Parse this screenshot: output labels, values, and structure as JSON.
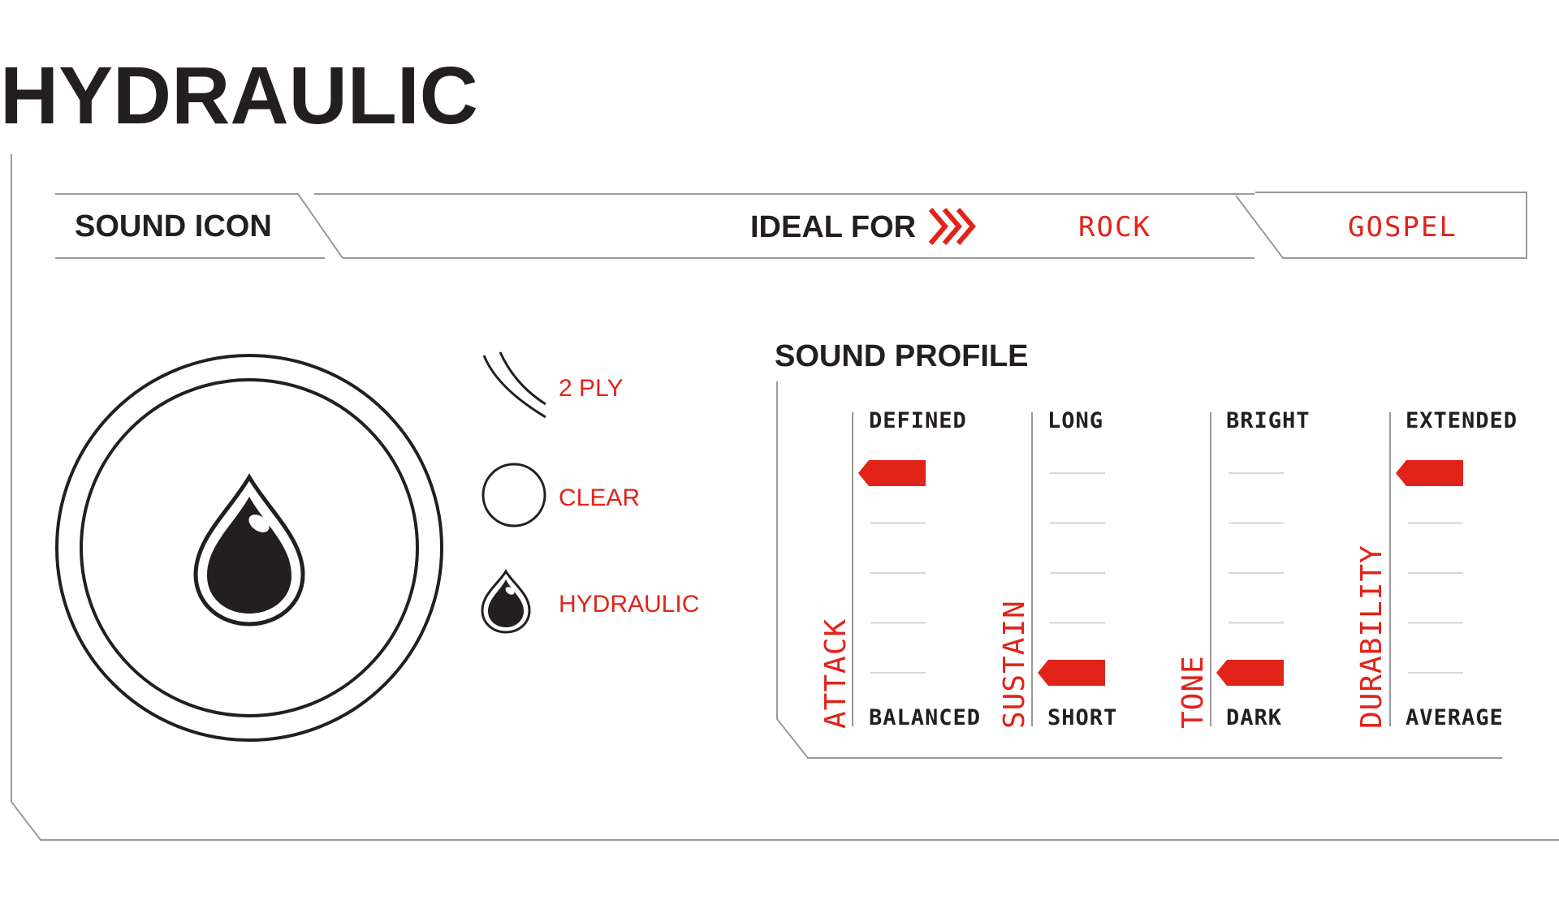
{
  "title": "HYDRAULIC",
  "header": {
    "sound_icon_label": "SOUND ICON",
    "ideal_for_label": "IDEAL FOR",
    "genres": [
      "ROCK",
      "GOSPEL"
    ]
  },
  "materials": [
    {
      "label": "2 PLY",
      "icon": "two-ply-icon"
    },
    {
      "label": "CLEAR",
      "icon": "clear-circle-icon"
    },
    {
      "label": "HYDRAULIC",
      "icon": "hydraulic-drop-icon"
    }
  ],
  "sound_profile": {
    "title": "SOUND PROFILE",
    "scales": [
      {
        "axis": "ATTACK",
        "top": "DEFINED",
        "bottom": "BALANCED",
        "level": 5
      },
      {
        "axis": "SUSTAIN",
        "top": "LONG",
        "bottom": "SHORT",
        "level": 1
      },
      {
        "axis": "TONE",
        "top": "BRIGHT",
        "bottom": "DARK",
        "level": 1
      },
      {
        "axis": "DURABILITY",
        "top": "EXTENDED",
        "bottom": "AVERAGE",
        "level": 5
      }
    ],
    "steps": 5
  },
  "colors": {
    "accent": "#e2231a",
    "ink": "#231f20",
    "frame": "#9a9a9a"
  }
}
